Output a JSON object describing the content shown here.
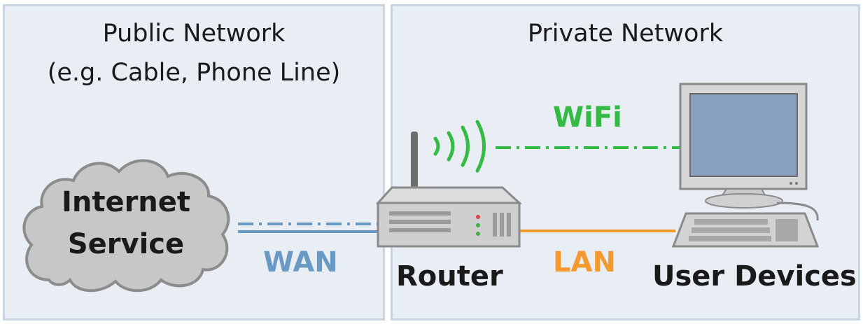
{
  "public_panel": {
    "title": "Public Network",
    "subtitle": "(e.g. Cable, Phone Line)"
  },
  "private_panel": {
    "title": "Private Network"
  },
  "nodes": {
    "internet": {
      "line1": "Internet",
      "line2": "Service",
      "icon": "cloud-icon"
    },
    "router": {
      "label": "Router",
      "icon": "router-icon"
    },
    "devices": {
      "label": "User Devices",
      "icon": "desktop-computer-icon"
    }
  },
  "links": {
    "wan": {
      "label": "WAN",
      "color": "#6a9ac4"
    },
    "lan": {
      "label": "LAN",
      "color": "#f29a2e"
    },
    "wifi": {
      "label": "WiFi",
      "color": "#33bb44"
    }
  }
}
